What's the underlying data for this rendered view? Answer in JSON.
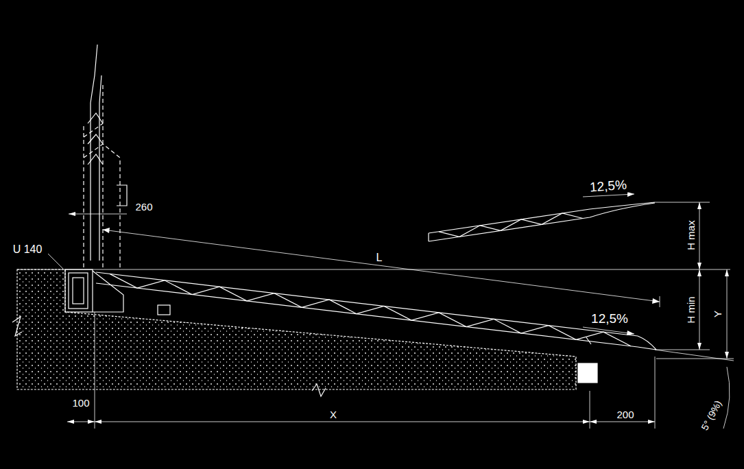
{
  "diagram": {
    "labels": [
      "U 140",
      "260",
      "L",
      "12,5%",
      "12,5%",
      "H max",
      "H min",
      "Y",
      "100",
      "X",
      "200",
      "5° (9%)"
    ]
  }
}
